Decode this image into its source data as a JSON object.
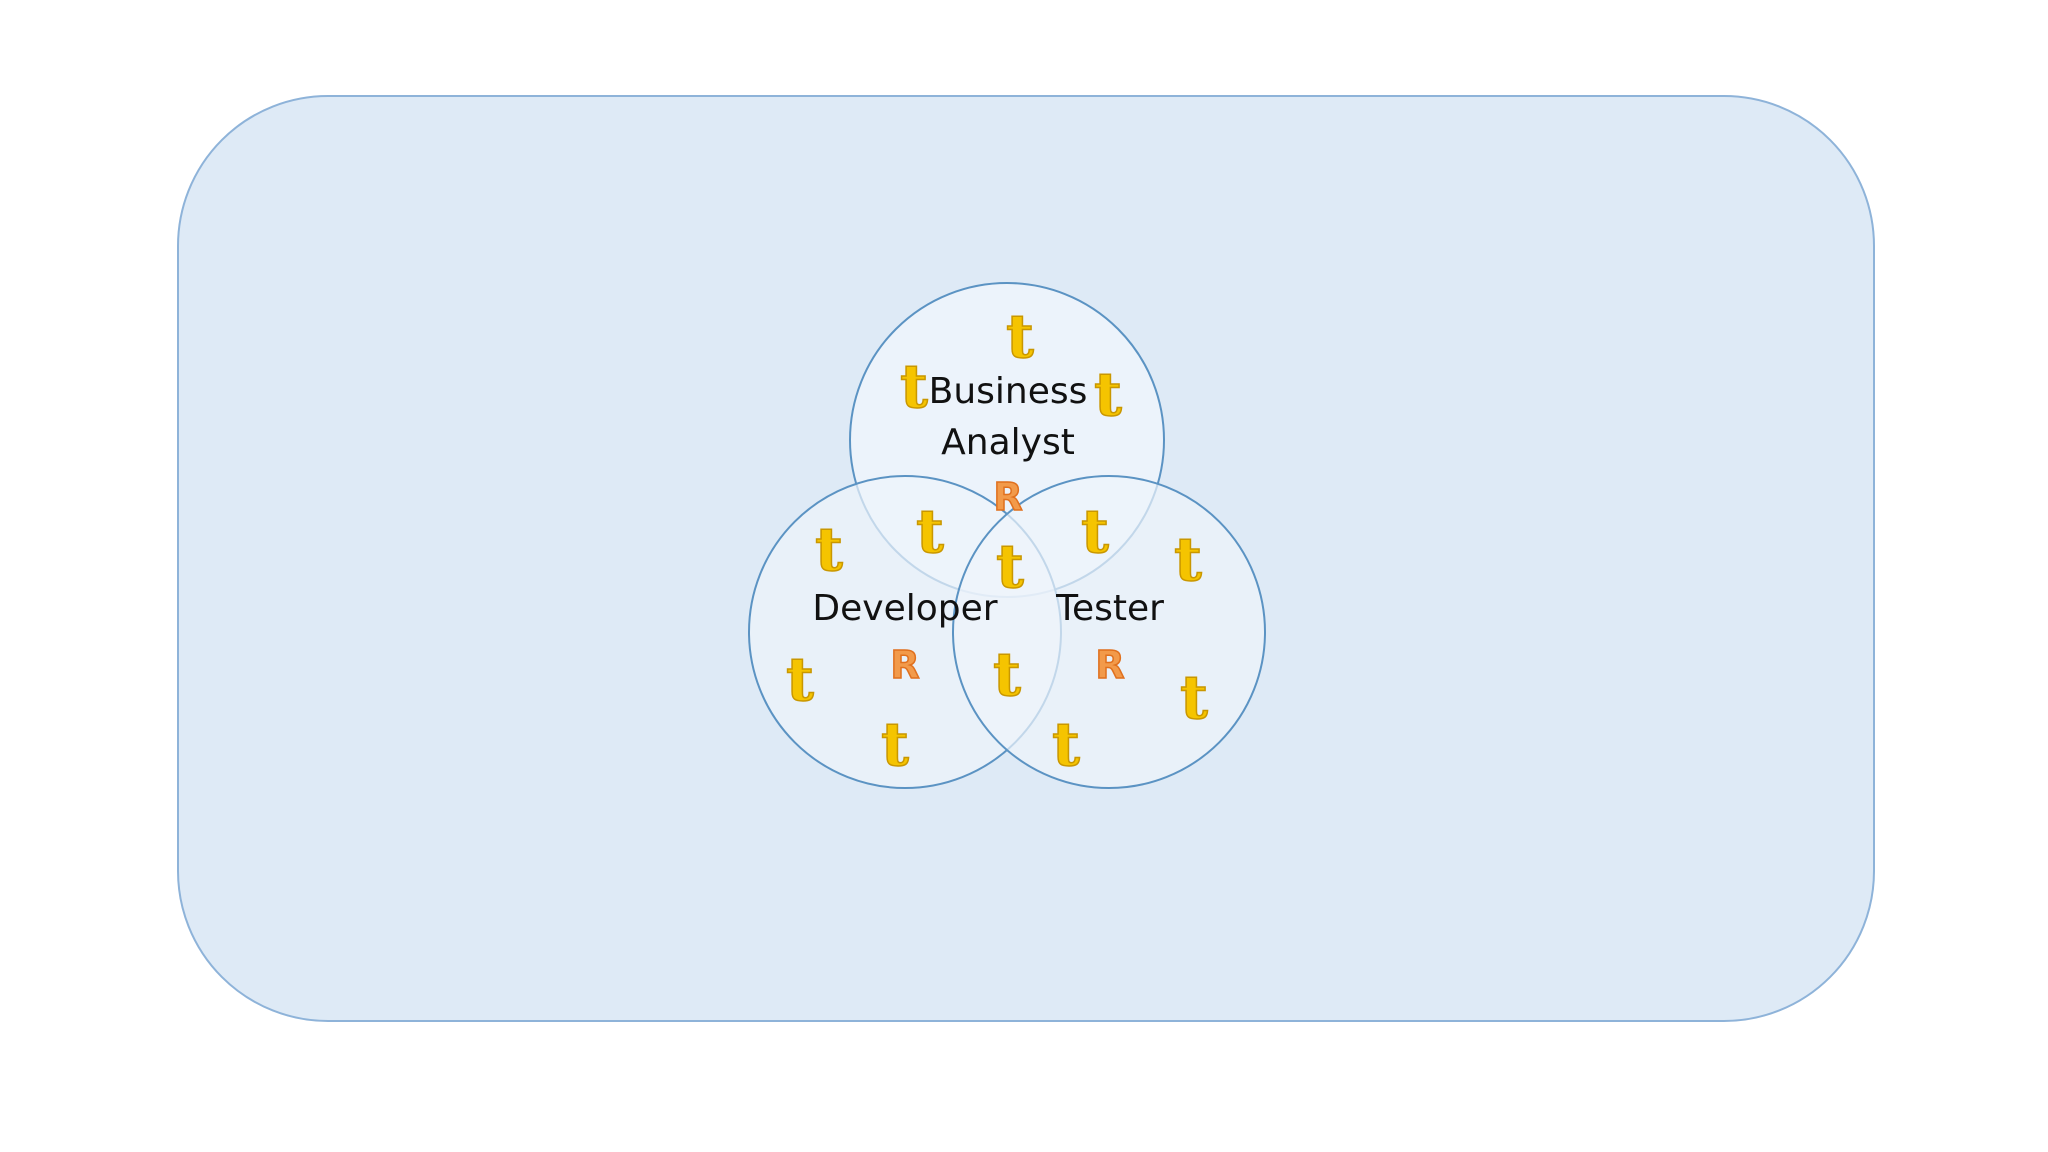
{
  "venn": {
    "ba_line1": "Business",
    "ba_line2": "Analyst",
    "developer": "Developer",
    "tester": "Tester"
  },
  "marker_glyphs": {
    "t": "t",
    "r": "R"
  },
  "colors": {
    "background_panel": "#deeaf6",
    "panel_border": "#8eb3d9",
    "circle_fill": "#eef4fb",
    "circle_border": "#5b93c3",
    "t_mark": "#f5c400",
    "r_mark": "#f29a4a",
    "label_text": "#111111"
  }
}
